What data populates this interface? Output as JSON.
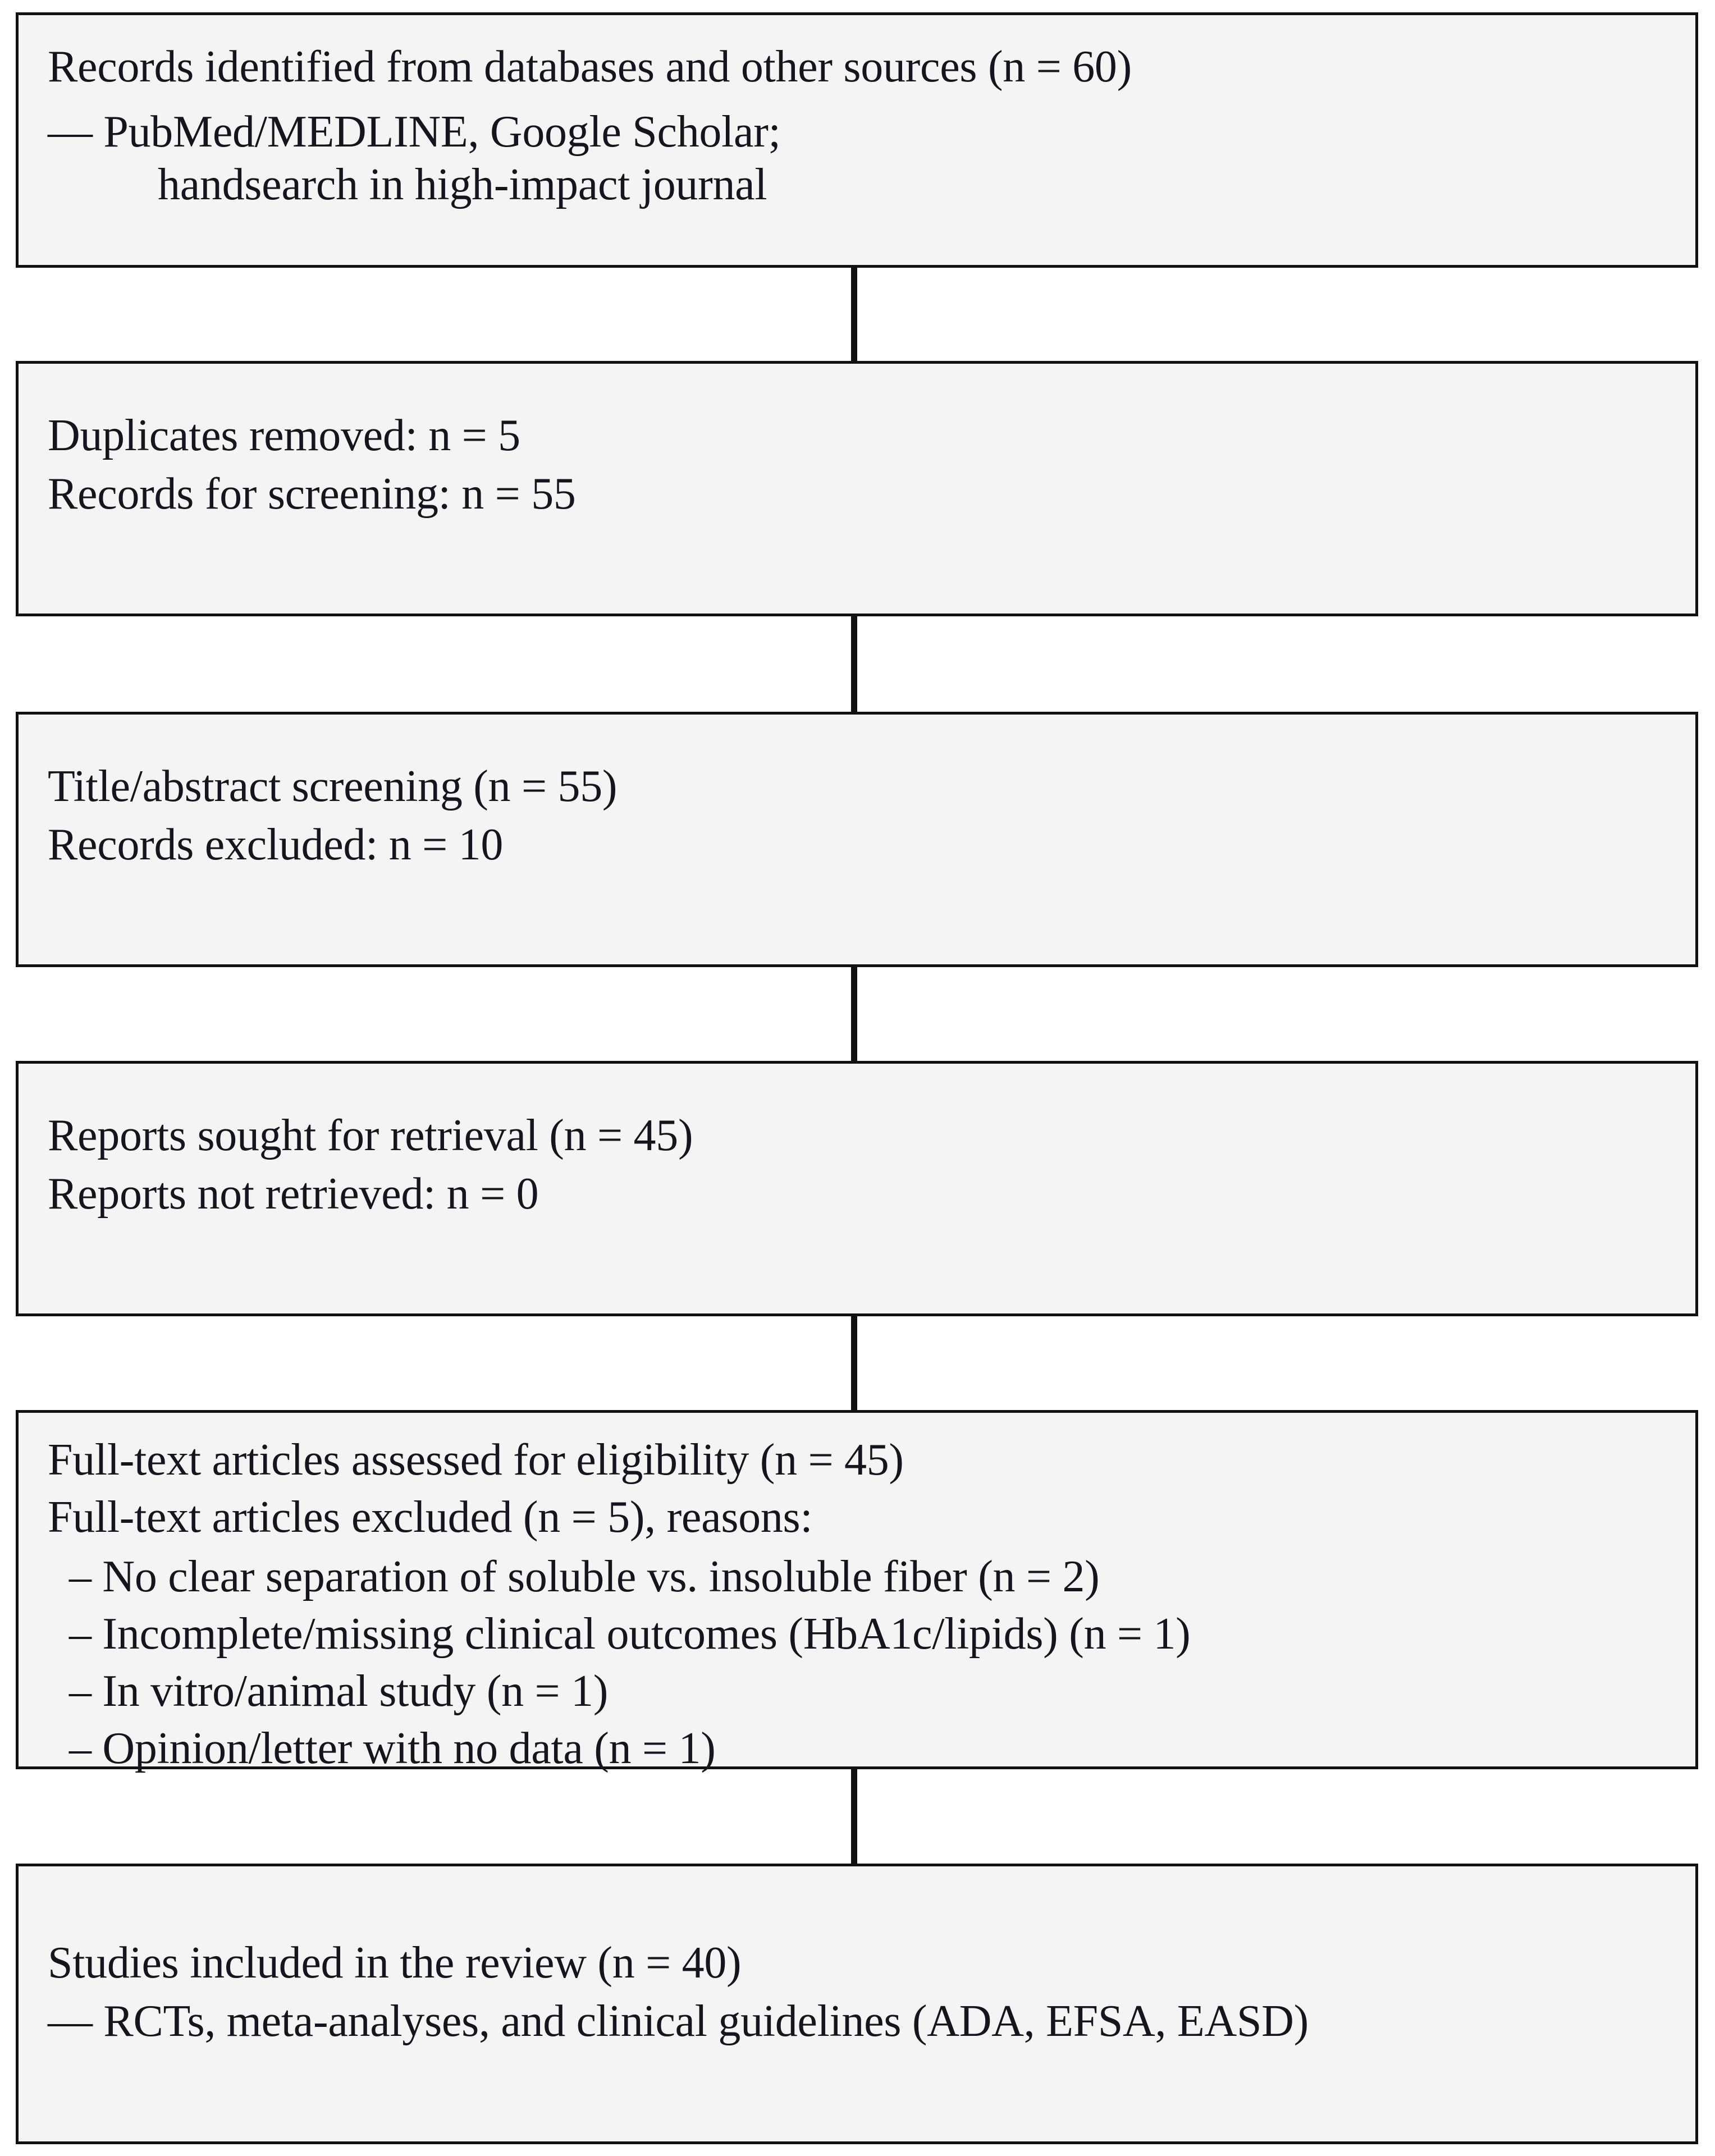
{
  "diagram": {
    "type": "prisma-flow-diagram",
    "orientation": "vertical",
    "box_count": 6,
    "colors": {
      "box_fill": "#f4f4f4",
      "box_border": "#111111",
      "text": "#15161d",
      "connector": "#111111",
      "canvas": "#ffffff"
    }
  },
  "boxes": [
    {
      "id": "identification",
      "lines": [
        {
          "text": "Records identified from databases and other sources (n = 60)",
          "indent": "none"
        },
        {
          "text": "— PubMed/MEDLINE, Google Scholar;",
          "indent": "dash"
        },
        {
          "text": "handsearch in high-impact journal",
          "indent": "deep"
        }
      ]
    },
    {
      "id": "duplicates",
      "lines": [
        {
          "text": "Duplicates removed: n = 5",
          "indent": "none"
        },
        {
          "text": "Records for screening: n = 55",
          "indent": "none"
        }
      ]
    },
    {
      "id": "screening",
      "lines": [
        {
          "text": "Title/abstract screening (n = 55)",
          "indent": "none"
        },
        {
          "text": "Records excluded: n = 10",
          "indent": "none"
        }
      ]
    },
    {
      "id": "retrieval",
      "lines": [
        {
          "text": "Reports sought for retrieval (n = 45)",
          "indent": "none"
        },
        {
          "text": "Reports not retrieved: n = 0",
          "indent": "none"
        }
      ]
    },
    {
      "id": "eligibility",
      "lines": [
        {
          "text": "Full-text articles assessed for eligibility (n = 45)",
          "indent": "none"
        },
        {
          "text": "Full-text articles excluded (n = 5), reasons:",
          "indent": "none"
        },
        {
          "text": "– No clear separation of soluble vs. insoluble fiber (n = 2)",
          "indent": "bullet"
        },
        {
          "text": "– Incomplete/missing clinical outcomes (HbA1c/lipids) (n = 1)",
          "indent": "bullet"
        },
        {
          "text": "– In vitro/animal study (n = 1)",
          "indent": "bullet"
        },
        {
          "text": "– Opinion/letter with no data (n = 1)",
          "indent": "bullet"
        }
      ]
    },
    {
      "id": "included",
      "lines": [
        {
          "text": "Studies included in the review (n = 40)",
          "indent": "none"
        },
        {
          "text": "— RCTs, meta-analyses, and clinical guidelines (ADA, EFSA, EASD)",
          "indent": "none"
        }
      ]
    }
  ],
  "counts": {
    "records_identified": 60,
    "duplicates_removed": 5,
    "records_for_screening": 55,
    "title_abstract_screened": 55,
    "records_excluded": 10,
    "reports_sought": 45,
    "reports_not_retrieved": 0,
    "fulltext_assessed": 45,
    "fulltext_excluded": 5,
    "studies_included": 40,
    "exclusion_reasons": [
      {
        "reason": "No clear separation of soluble vs. insoluble fiber",
        "n": 2
      },
      {
        "reason": "Incomplete/missing clinical outcomes (HbA1c/lipids)",
        "n": 1
      },
      {
        "reason": "In vitro/animal study",
        "n": 1
      },
      {
        "reason": "Opinion/letter with no data",
        "n": 1
      }
    ]
  },
  "connectors": [
    {
      "from": "identification",
      "to": "duplicates",
      "arrow": "down"
    },
    {
      "from": "duplicates",
      "to": "screening",
      "arrow": "down"
    },
    {
      "from": "screening",
      "to": "retrieval",
      "arrow": "down"
    },
    {
      "from": "retrieval",
      "to": "eligibility",
      "arrow": "down"
    },
    {
      "from": "eligibility",
      "to": "included",
      "arrow": "down"
    }
  ]
}
